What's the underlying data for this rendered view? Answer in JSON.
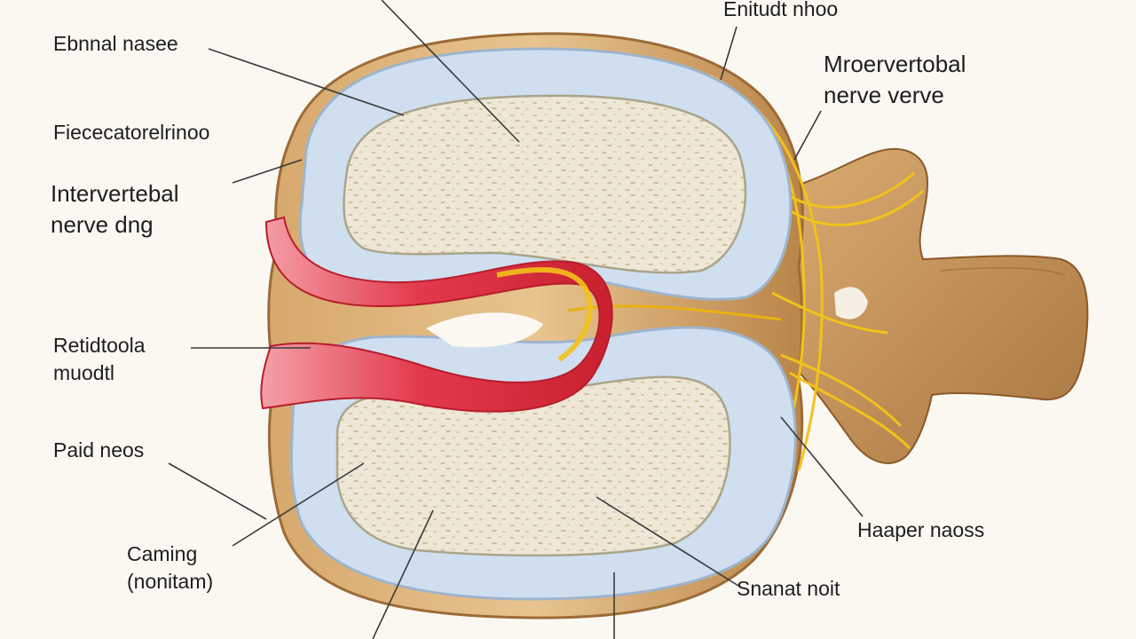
{
  "labels": {
    "top_right": "Enitudt nhoo",
    "external_nasee": "Ebnnal nasee",
    "fieeecator": "Fiececatorelrinoo",
    "intervertebal_line1": "Intervertebal",
    "intervertebal_line2": "nerve dng",
    "mroervertobal_line1": "Mroervertobal",
    "mroervertobal_line2": "nerve verve",
    "retidtoola_line1": "Retidtoola",
    "retidtoola_line2": "muodtl",
    "paid_neos": "Paid neos",
    "caming_line1": "Caming",
    "caming_line2": "(nonitam)",
    "happer_naoss": "Haaper naoss",
    "snanat_noit": "Snanat noit"
  },
  "colors": {
    "background": "#fbf8f2",
    "bone_outer": "#c79a63",
    "disc_ring": "#cfdff0",
    "nucleus": "#ede5d3",
    "nerve_red": "#e03a4a",
    "nerve_yellow": "#f2c21a",
    "leader_line": "#3a3a3a"
  }
}
